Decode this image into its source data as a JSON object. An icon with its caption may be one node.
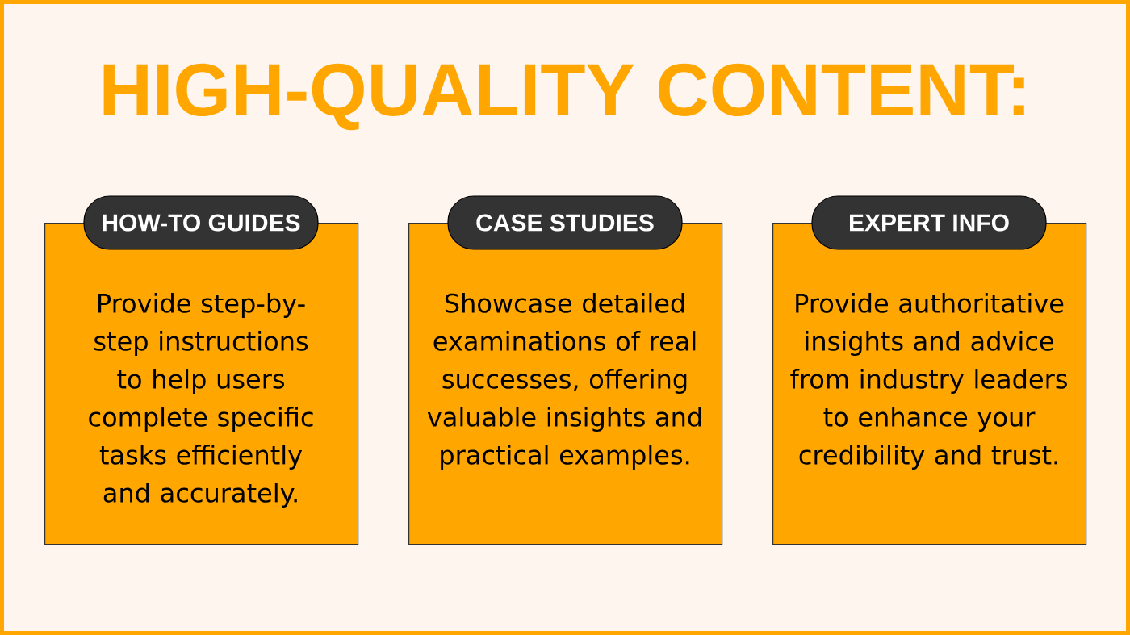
{
  "diagram": {
    "title": "HIGH-QUALITY CONTENT:",
    "nodes": [
      {
        "text": [
          "HOW-TO GUIDES",
          "Provide step-by-step instructions to help users complete specific tasks efficiently and accurately."
        ]
      },
      {
        "text": [
          "CASE STUDIES",
          "Showcase detailed examinations of real successes, offering valuable insights and practical examples."
        ]
      },
      {
        "text": [
          "EXPERT INFO",
          "Provide authoritative insights and advice from industry leaders to enhance your credibility and trust."
        ]
      }
    ]
  }
}
